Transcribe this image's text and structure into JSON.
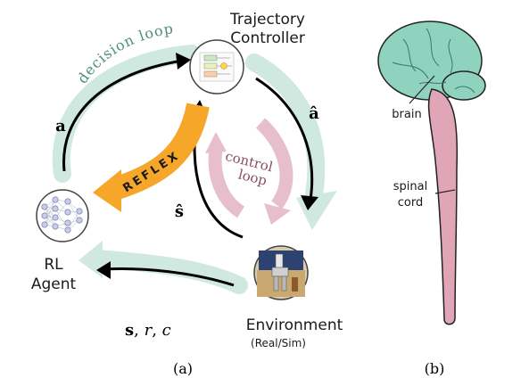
{
  "panel_a": {
    "nodes": {
      "trajectory_controller": [
        "Trajectory",
        "Controller"
      ],
      "rl_agent": [
        "RL",
        "Agent"
      ],
      "environment": "Environment",
      "environment_sub": "(Real/Sim)"
    },
    "loops": {
      "decision": "decision loop",
      "control": [
        "control",
        "loop"
      ],
      "reflex": "REFLEX"
    },
    "signals": {
      "action": "a",
      "action_hat": "â",
      "state_hat": "ŝ",
      "state_reward_cost": [
        "s",
        ", ",
        "r",
        ", ",
        "c"
      ]
    },
    "caption": "(a)"
  },
  "panel_b": {
    "labels": {
      "brain": "brain",
      "spinal_cord": [
        "spinal",
        "cord"
      ]
    },
    "caption": "(b)"
  },
  "colors": {
    "decision_loop_band": "#cfe9e0",
    "decision_loop_text": "#4e8f7d",
    "control_loop_band": "#e7bfcc",
    "control_loop_text": "#8b4d66",
    "reflex_arrow": "#f6a629",
    "brain_fill": "#8fd3bf",
    "brain_text": "#3f7f6c",
    "spinal_cord_fill": "#e0a6b8",
    "spinal_cord_text": "#a03c60"
  }
}
